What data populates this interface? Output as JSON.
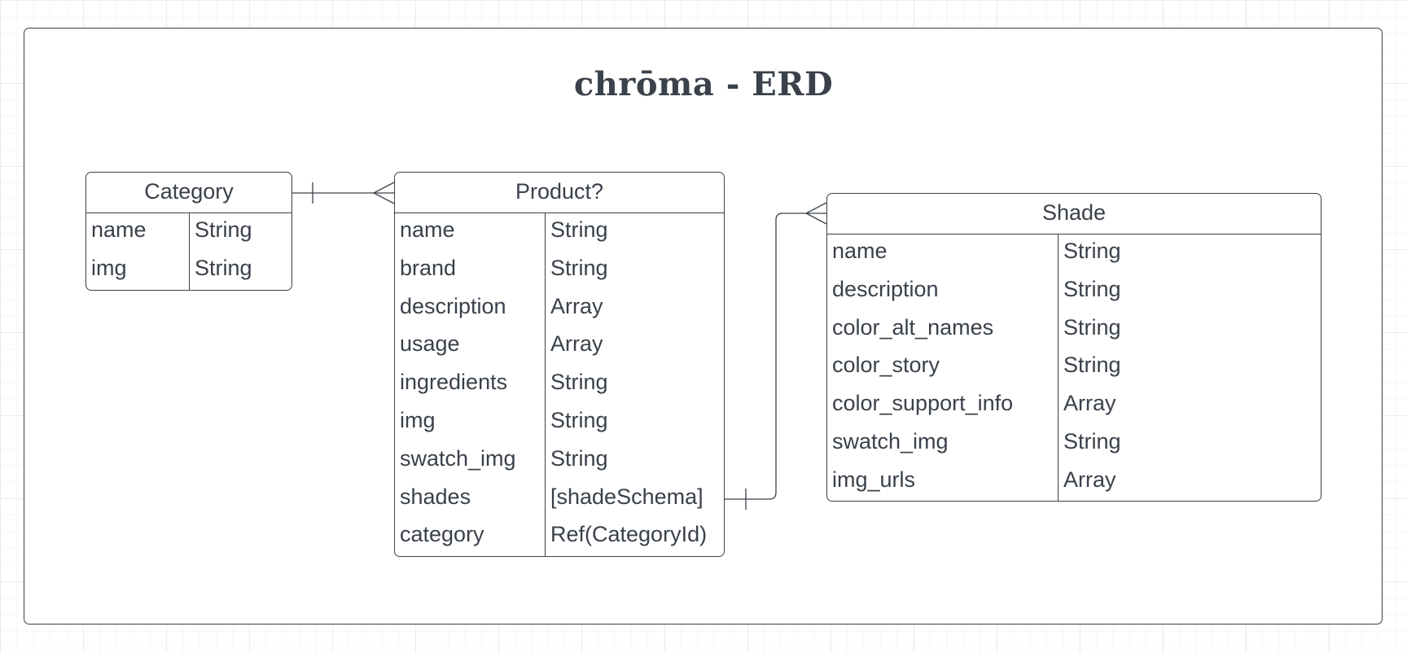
{
  "title": "chrōma - ERD",
  "entities": {
    "category": {
      "name": "Category",
      "fields": [
        {
          "name": "name",
          "type": "String"
        },
        {
          "name": "img",
          "type": "String"
        }
      ]
    },
    "product": {
      "name": "Product?",
      "fields": [
        {
          "name": "name",
          "type": "String"
        },
        {
          "name": "brand",
          "type": "String"
        },
        {
          "name": "description",
          "type": "Array"
        },
        {
          "name": "usage",
          "type": "Array"
        },
        {
          "name": "ingredients",
          "type": "String"
        },
        {
          "name": "img",
          "type": "String"
        },
        {
          "name": "swatch_img",
          "type": "String"
        },
        {
          "name": "shades",
          "type": "[shadeSchema]"
        },
        {
          "name": "category",
          "type": "Ref(CategoryId)"
        }
      ]
    },
    "shade": {
      "name": "Shade",
      "fields": [
        {
          "name": "name",
          "type": "String"
        },
        {
          "name": "description",
          "type": "String"
        },
        {
          "name": "color_alt_names",
          "type": "String"
        },
        {
          "name": "color_story",
          "type": "String"
        },
        {
          "name": "color_support_info",
          "type": "Array"
        },
        {
          "name": "swatch_img",
          "type": "String"
        },
        {
          "name": "img_urls",
          "type": "Array"
        }
      ]
    }
  },
  "relationships": [
    {
      "from": "category",
      "to": "product",
      "from_cardinality": "one",
      "to_cardinality": "many"
    },
    {
      "from": "product",
      "to": "shade",
      "from_cardinality": "one",
      "to_cardinality": "many"
    }
  ]
}
